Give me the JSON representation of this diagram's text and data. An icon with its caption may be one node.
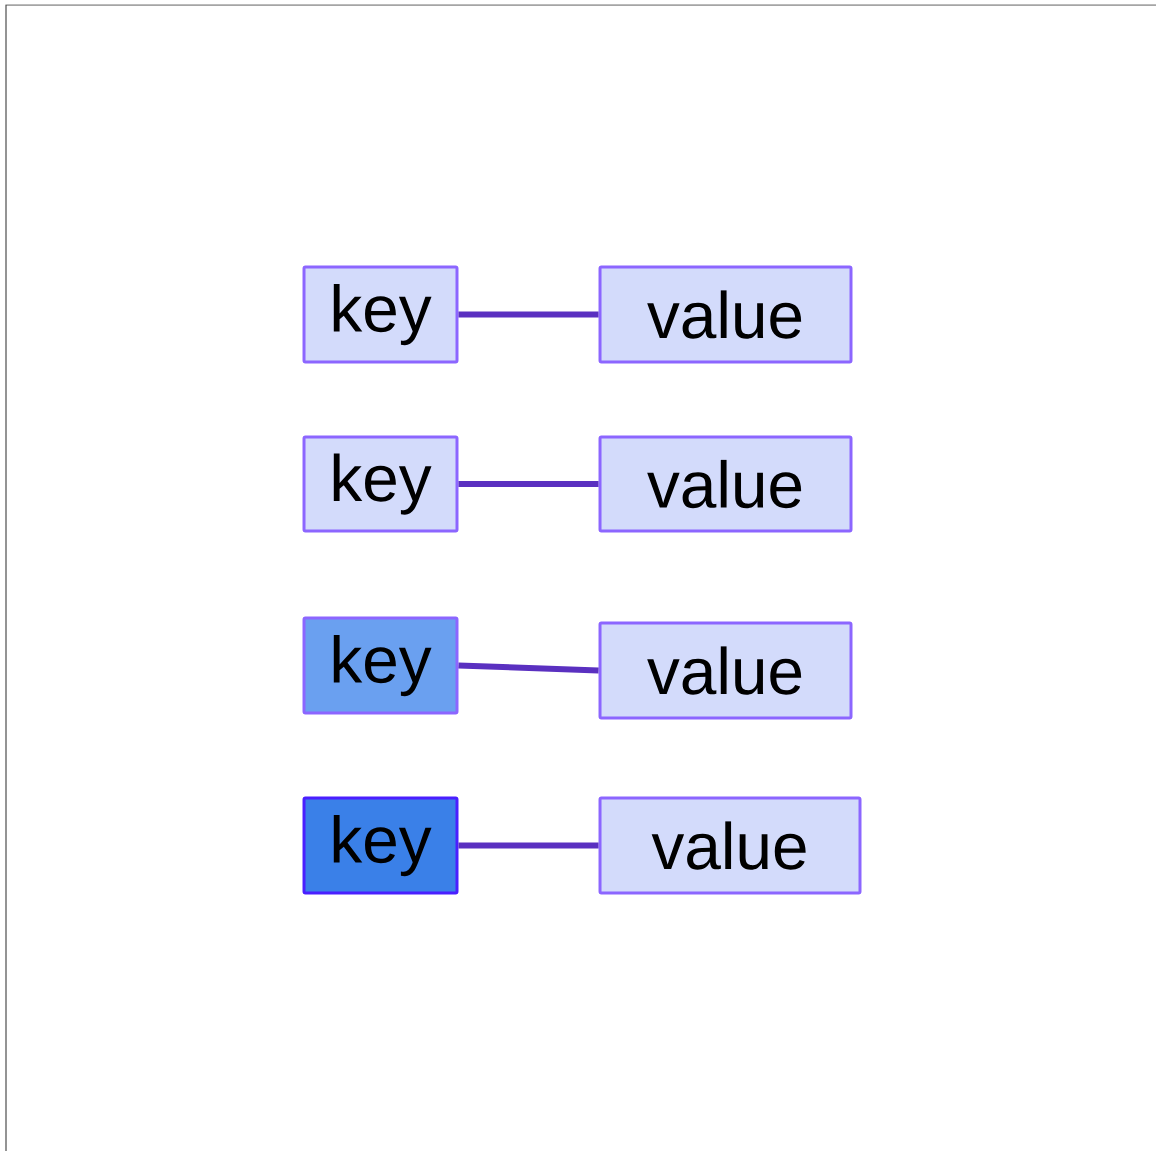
{
  "diagram": {
    "nodes": [
      {
        "text": [
          "key"
        ]
      },
      {
        "text": [
          "value"
        ]
      },
      {
        "text": [
          "key"
        ]
      },
      {
        "text": [
          "value"
        ]
      },
      {
        "text": [
          "key"
        ]
      },
      {
        "text": [
          "value"
        ]
      },
      {
        "text": [
          "key"
        ]
      },
      {
        "text": [
          "value"
        ]
      }
    ],
    "edges": [
      {
        "from": 0,
        "to": 1,
        "arrow": "none"
      },
      {
        "from": 2,
        "to": 3,
        "arrow": "none"
      },
      {
        "from": 4,
        "to": 5,
        "arrow": "none"
      },
      {
        "from": 6,
        "to": 7,
        "arrow": "none"
      }
    ]
  }
}
